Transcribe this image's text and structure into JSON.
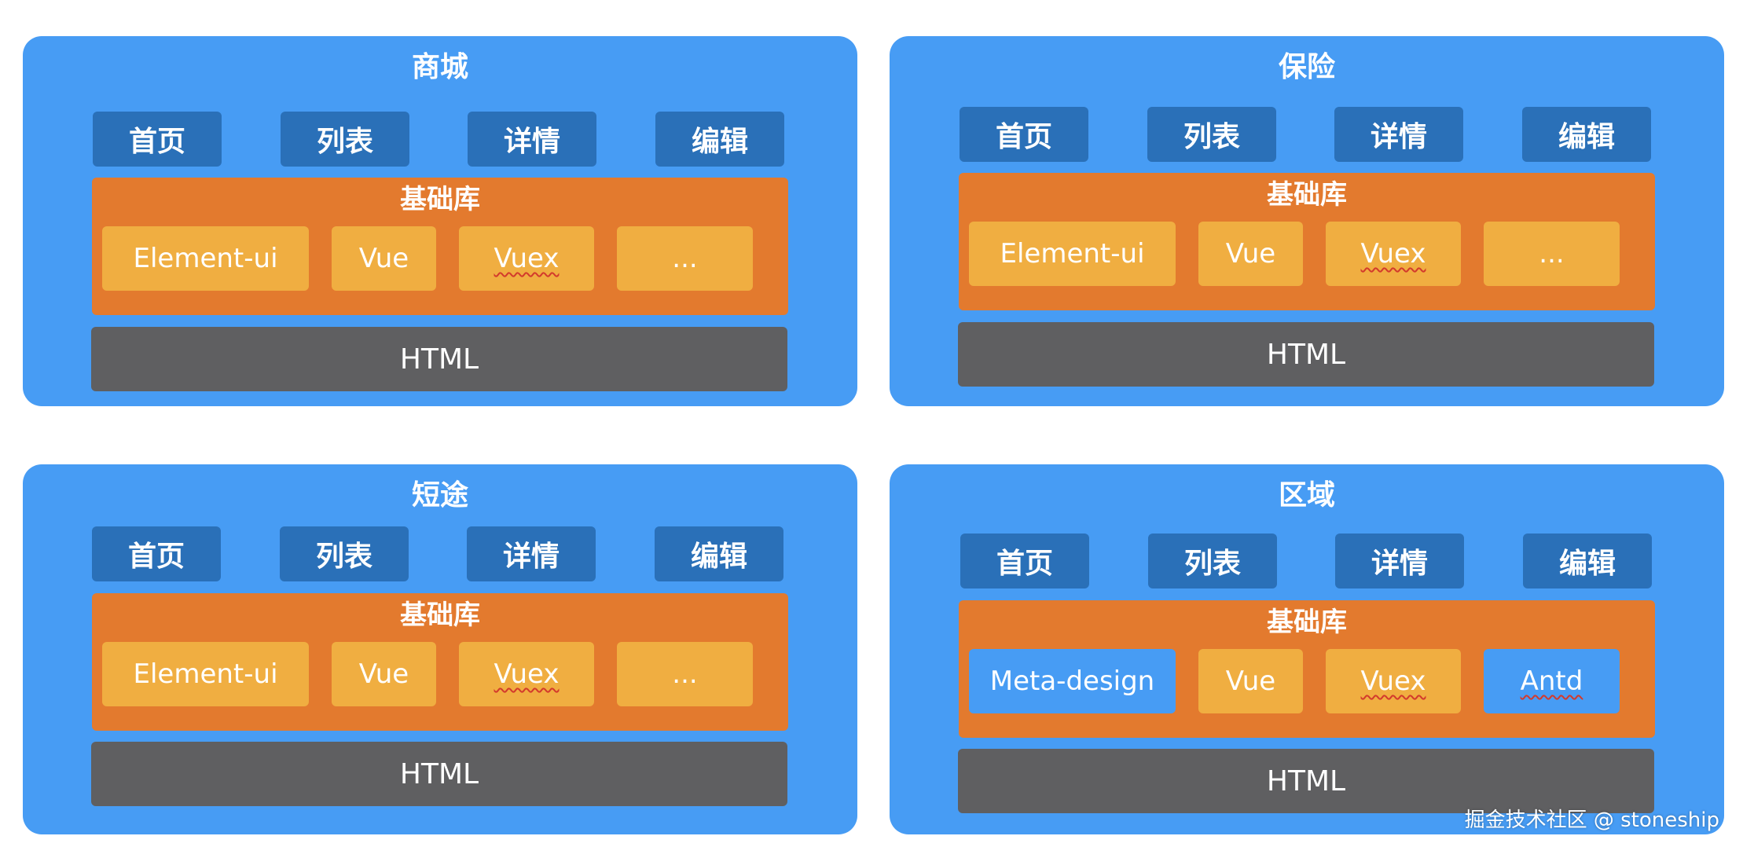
{
  "colors": {
    "panel": "#479cf4",
    "page_button": "#2a70b8",
    "base_library": "#e37a2e",
    "library_item": "#f0ae41",
    "library_item_highlight": "#479cf4",
    "html_bar": "#5f5f61"
  },
  "panels": [
    {
      "title": "商城",
      "pages": [
        "首页",
        "列表",
        "详情",
        "编辑"
      ],
      "base_title": "基础库",
      "libs": [
        "Element-ui",
        "Vue",
        "Vuex",
        "..."
      ],
      "html": "HTML"
    },
    {
      "title": "保险",
      "pages": [
        "首页",
        "列表",
        "详情",
        "编辑"
      ],
      "base_title": "基础库",
      "libs": [
        "Element-ui",
        "Vue",
        "Vuex",
        "..."
      ],
      "html": "HTML"
    },
    {
      "title": "短途",
      "pages": [
        "首页",
        "列表",
        "详情",
        "编辑"
      ],
      "base_title": "基础库",
      "libs": [
        "Element-ui",
        "Vue",
        "Vuex",
        "..."
      ],
      "html": "HTML"
    },
    {
      "title": "区域",
      "pages": [
        "首页",
        "列表",
        "详情",
        "编辑"
      ],
      "base_title": "基础库",
      "libs": [
        "Meta-design",
        "Vue",
        "Vuex",
        "Antd"
      ],
      "html": "HTML"
    }
  ],
  "watermark": "掘金技术社区 @ stoneship"
}
